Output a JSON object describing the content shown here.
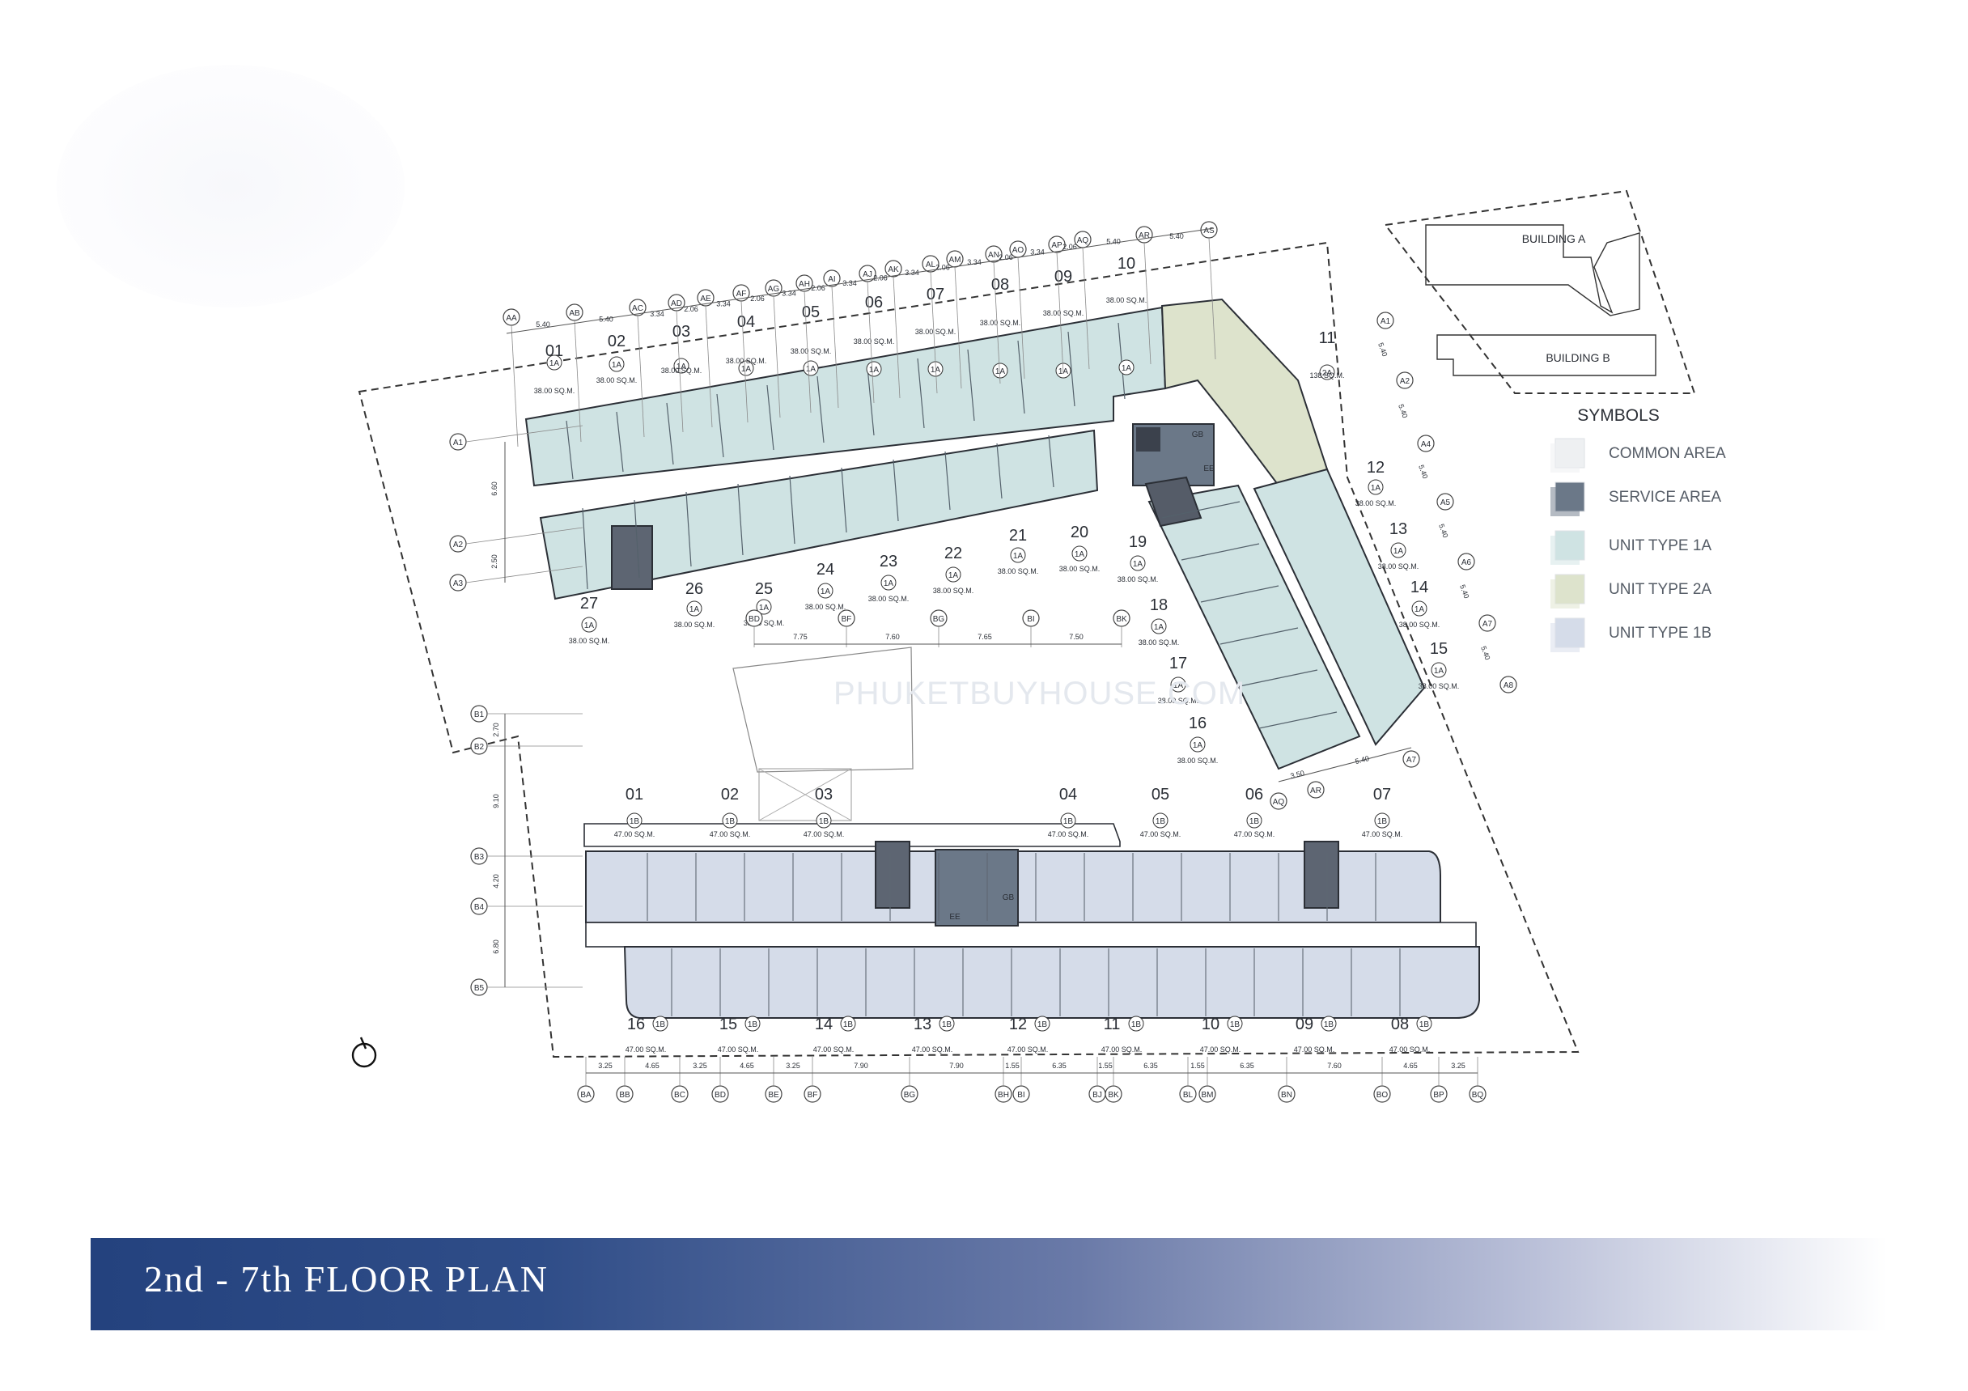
{
  "title": "2nd - 7th FLOOR PLAN",
  "watermark": "PHUKETBUYHOUSE.COM",
  "site_map": {
    "building_a": "BUILDING A",
    "building_b": "BUILDING B"
  },
  "legend": {
    "heading": "SYMBOLS",
    "items": [
      {
        "label": "COMMON AREA",
        "color": "#eef0f2"
      },
      {
        "label": "SERVICE AREA",
        "color": "#6b7888"
      },
      {
        "label": "UNIT TYPE 1A",
        "color": "#cfe3e3"
      },
      {
        "label": "UNIT TYPE 2A",
        "color": "#dde3cc"
      },
      {
        "label": "UNIT TYPE 1B",
        "color": "#d5dce9"
      }
    ]
  },
  "colors": {
    "type_1a": "#cfe3e3",
    "type_2a": "#dde3cc",
    "type_1b": "#d5dce9",
    "service": "#6b7888",
    "line": "#2b2f36"
  },
  "upper_units": [
    {
      "no": "01",
      "type": "1A",
      "area": "38.00 SQ.M."
    },
    {
      "no": "02",
      "type": "1A",
      "area": "38.00 SQ.M."
    },
    {
      "no": "03",
      "type": "1A",
      "area": "38.00 SQ.M."
    },
    {
      "no": "04",
      "type": "1A",
      "area": "38.00 SQ.M."
    },
    {
      "no": "05",
      "type": "1A",
      "area": "38.00 SQ.M."
    },
    {
      "no": "06",
      "type": "1A",
      "area": "38.00 SQ.M."
    },
    {
      "no": "07",
      "type": "1A",
      "area": "38.00 SQ.M."
    },
    {
      "no": "08",
      "type": "1A",
      "area": "38.00 SQ.M."
    },
    {
      "no": "09",
      "type": "1A",
      "area": "38.00 SQ.M."
    },
    {
      "no": "10",
      "type": "1A",
      "area": "38.00 SQ.M."
    },
    {
      "no": "11",
      "type": "2A",
      "area": "138 SQ.M."
    },
    {
      "no": "12",
      "type": "1A",
      "area": "38.00 SQ.M."
    },
    {
      "no": "13",
      "type": "1A",
      "area": "38.00 SQ.M."
    },
    {
      "no": "14",
      "type": "1A",
      "area": "38.00 SQ.M."
    },
    {
      "no": "15",
      "type": "1A",
      "area": "38.00 SQ.M."
    },
    {
      "no": "16",
      "type": "1A",
      "area": "38.00 SQ.M."
    },
    {
      "no": "17",
      "type": "1A",
      "area": "38.00 SQ.M."
    },
    {
      "no": "18",
      "type": "1A",
      "area": "38.00 SQ.M."
    },
    {
      "no": "19",
      "type": "1A",
      "area": "38.00 SQ.M."
    },
    {
      "no": "20",
      "type": "1A",
      "area": "38.00 SQ.M."
    },
    {
      "no": "21",
      "type": "1A",
      "area": "38.00 SQ.M."
    },
    {
      "no": "22",
      "type": "1A",
      "area": "38.00 SQ.M."
    },
    {
      "no": "23",
      "type": "1A",
      "area": "38.00 SQ.M."
    },
    {
      "no": "24",
      "type": "1A",
      "area": "38.00 SQ.M."
    },
    {
      "no": "25",
      "type": "1A",
      "area": "38.00 SQ.M."
    },
    {
      "no": "26",
      "type": "1A",
      "area": "38.00 SQ.M."
    },
    {
      "no": "27",
      "type": "1A",
      "area": "38.00 SQ.M."
    }
  ],
  "lower_units": [
    {
      "no": "01",
      "type": "1B",
      "area": "47.00 SQ.M."
    },
    {
      "no": "02",
      "type": "1B",
      "area": "47.00 SQ.M."
    },
    {
      "no": "03",
      "type": "1B",
      "area": "47.00 SQ.M."
    },
    {
      "no": "04",
      "type": "1B",
      "area": "47.00 SQ.M."
    },
    {
      "no": "05",
      "type": "1B",
      "area": "47.00 SQ.M."
    },
    {
      "no": "06",
      "type": "1B",
      "area": "47.00 SQ.M."
    },
    {
      "no": "07",
      "type": "1B",
      "area": "47.00 SQ.M."
    },
    {
      "no": "08",
      "type": "1B",
      "area": "47.00 SQ.M."
    },
    {
      "no": "09",
      "type": "1B",
      "area": "47.00 SQ.M."
    },
    {
      "no": "10",
      "type": "1B",
      "area": "47.00 SQ.M."
    },
    {
      "no": "11",
      "type": "1B",
      "area": "47.00 SQ.M."
    },
    {
      "no": "12",
      "type": "1B",
      "area": "47.00 SQ.M."
    },
    {
      "no": "13",
      "type": "1B",
      "area": "47.00 SQ.M."
    },
    {
      "no": "14",
      "type": "1B",
      "area": "47.00 SQ.M."
    },
    {
      "no": "15",
      "type": "1B",
      "area": "47.00 SQ.M."
    },
    {
      "no": "16",
      "type": "1B",
      "area": "47.00 SQ.M."
    }
  ],
  "service_labels": {
    "gb": "GB",
    "ee": "EE"
  },
  "top_grid": [
    "AA",
    "AB",
    "AC",
    "AD",
    "AE",
    "AF",
    "AG",
    "AH",
    "AI",
    "AJ",
    "AK",
    "AL",
    "AM",
    "AN",
    "AO",
    "AP",
    "AQ",
    "AR",
    "AS"
  ],
  "top_dims": [
    "5.40",
    "5.40",
    "3.34",
    "2.06",
    "3.34",
    "2.06",
    "3.34",
    "2.06",
    "3.34",
    "2.06",
    "3.34",
    "2.06",
    "3.34",
    "2.06",
    "3.34",
    "2.06",
    "5.40",
    "5.40"
  ],
  "left_grid_upper": [
    "A1",
    "A2",
    "A3"
  ],
  "left_dims_upper": [
    "6.60",
    "2.50"
  ],
  "right_grid": [
    "A1",
    "A2",
    "A4",
    "A5",
    "A6",
    "A7",
    "A8"
  ],
  "right_dims": [
    "5.40",
    "5.40",
    "5.40",
    "5.40",
    "5.40",
    "5.40"
  ],
  "mid_grid": [
    "BD",
    "BF",
    "BG",
    "BI",
    "BK"
  ],
  "mid_dims": [
    "7.75",
    "7.60",
    "7.65",
    "7.50"
  ],
  "wing_bottom_grid": [
    "AQ",
    "AR",
    "A7"
  ],
  "wing_bottom_dims": [
    "3.50",
    "5.40"
  ],
  "left_grid_lower": [
    "B1",
    "B2",
    "B3",
    "B4",
    "B5"
  ],
  "left_dims_lower": [
    "2.70",
    "9.10",
    "4.20",
    "6.80"
  ],
  "bottom_grid": [
    "BA",
    "BB",
    "BC",
    "BD",
    "BE",
    "BF",
    "BG",
    "BH",
    "BI",
    "BJ",
    "BK",
    "BL",
    "BM",
    "BN",
    "BO",
    "BP",
    "BQ"
  ],
  "bottom_dims": [
    "3.25",
    "4.65",
    "3.25",
    "4.65",
    "3.25",
    "7.90",
    "7.90",
    "1.55",
    "6.35",
    "1.55",
    "6.35",
    "1.55",
    "6.35",
    "7.60",
    "4.65",
    "3.25"
  ]
}
